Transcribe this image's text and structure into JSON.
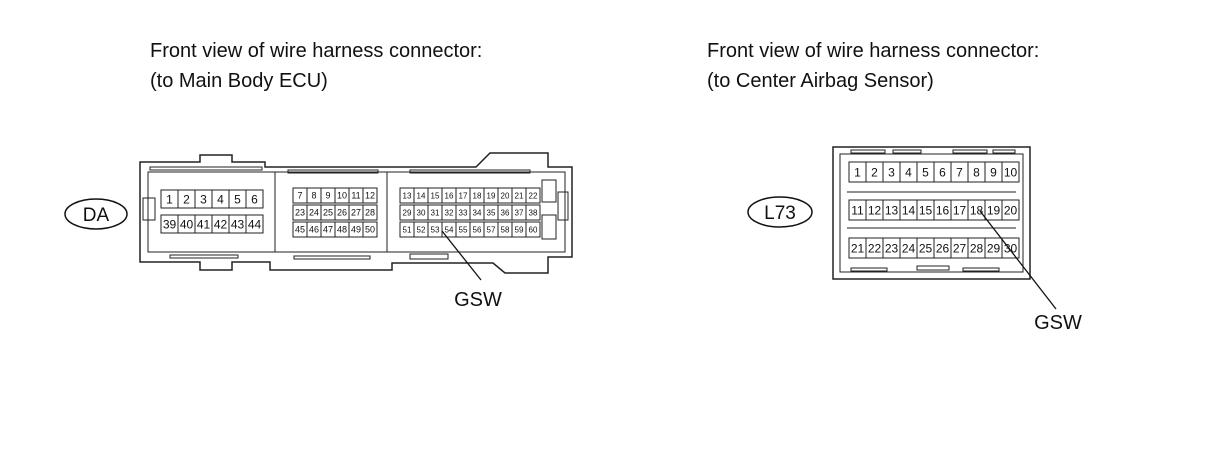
{
  "left": {
    "caption_line1": "Front view of wire harness connector:",
    "caption_line2": "(to Main Body ECU)",
    "connector_id": "DA",
    "wire_label": "GSW",
    "block1_row1": [
      "1",
      "2",
      "3",
      "4",
      "5",
      "6"
    ],
    "block1_row2": [
      "39",
      "40",
      "41",
      "42",
      "43",
      "44"
    ],
    "block2_row1": [
      "7",
      "8",
      "9",
      "10",
      "11",
      "12"
    ],
    "block2_row2": [
      "23",
      "24",
      "25",
      "26",
      "27",
      "28"
    ],
    "block2_row3": [
      "45",
      "46",
      "47",
      "48",
      "49",
      "50"
    ],
    "block3_row1": [
      "13",
      "14",
      "15",
      "16",
      "17",
      "18",
      "19",
      "20",
      "21",
      "22"
    ],
    "block3_row2": [
      "29",
      "30",
      "31",
      "32",
      "33",
      "34",
      "35",
      "36",
      "37",
      "38"
    ],
    "block3_row3": [
      "51",
      "52",
      "53",
      "54",
      "55",
      "56",
      "57",
      "58",
      "59",
      "60"
    ]
  },
  "right": {
    "caption_line1": "Front view of wire harness connector:",
    "caption_line2": "(to Center Airbag Sensor)",
    "connector_id": "L73",
    "wire_label": "GSW",
    "row1": [
      "1",
      "2",
      "3",
      "4",
      "5",
      "6",
      "7",
      "8",
      "9",
      "10"
    ],
    "row2": [
      "11",
      "12",
      "13",
      "14",
      "15",
      "16",
      "17",
      "18",
      "19",
      "20"
    ],
    "row3": [
      "21",
      "22",
      "23",
      "24",
      "25",
      "26",
      "27",
      "28",
      "29",
      "30"
    ]
  }
}
